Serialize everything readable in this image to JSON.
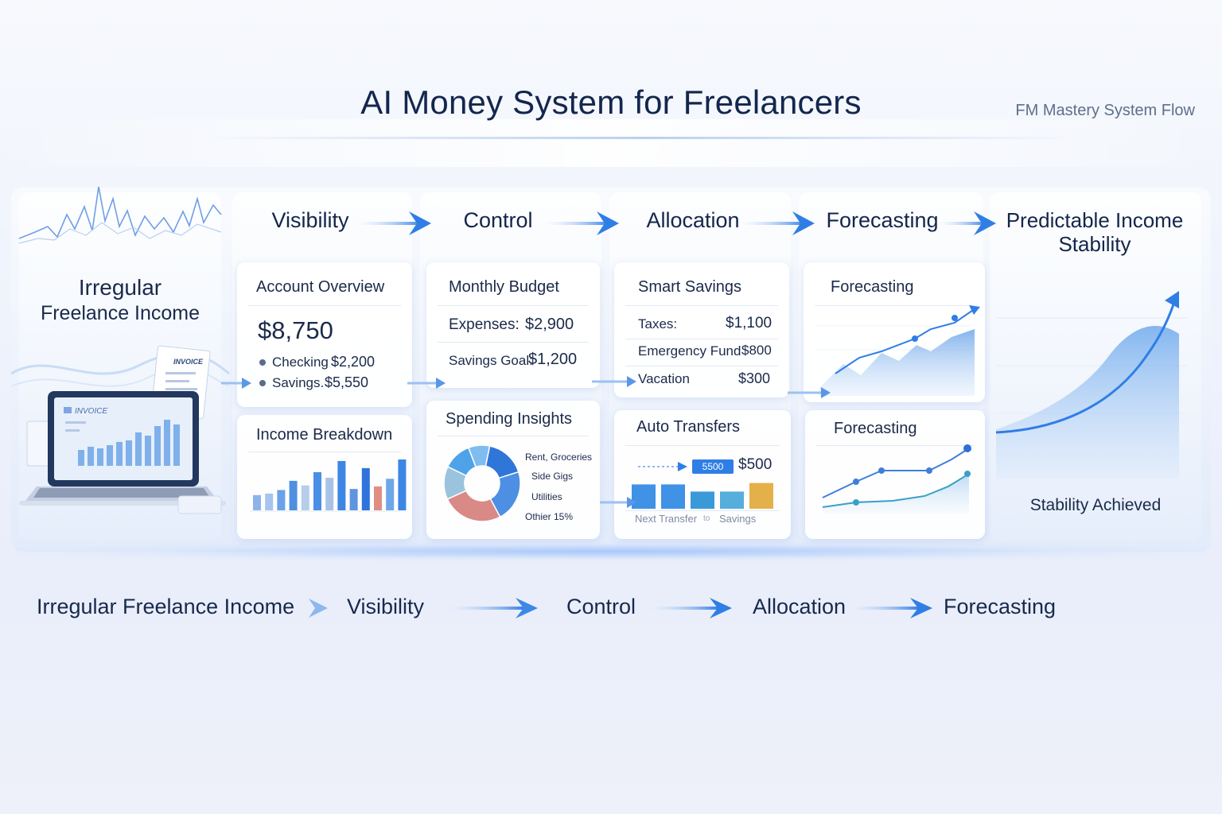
{
  "header": {
    "title": "AI Money System for Freelancers",
    "subtitle": "FM Mastery System Flow"
  },
  "income_panel": {
    "title_line1": "Irregular",
    "title_line2": "Freelance Income",
    "invoice_small": "INVOICE",
    "invoice_screen": "INVOICE"
  },
  "stages": {
    "visibility": "Visibility",
    "control": "Control",
    "allocation": "Allocation",
    "forecasting": "Forecasting",
    "stability": "Predictable Income Stability"
  },
  "account_overview": {
    "title": "Account Overview",
    "total": "$8,750",
    "checking_label": "Checking",
    "checking_value": "$2,200",
    "savings_label": "Savings.",
    "savings_value": "$5,550"
  },
  "income_breakdown": {
    "title": "Income Breakdown",
    "bar_heights": [
      0.3,
      0.33,
      0.4,
      0.58,
      0.49,
      0.75,
      0.64,
      0.97,
      0.42,
      0.83,
      0.47,
      0.62,
      1.0
    ],
    "bar_colors": [
      "#8db3ea",
      "#a7c4ee",
      "#6aa2e8",
      "#4f8fe0",
      "#b6cdec",
      "#4a8fe6",
      "#a9c3e8",
      "#3e86e4",
      "#5f95e0",
      "#2f73dc",
      "#e08e84",
      "#6ea6ea",
      "#3d86e6"
    ]
  },
  "monthly_budget": {
    "title": "Monthly Budget",
    "expenses_label": "Expenses:",
    "expenses_value": "$2,900",
    "savings_goal_label": "Savings Goal:",
    "savings_goal_value": "$1,200"
  },
  "spending_insights": {
    "title": "Spending Insights",
    "legend": [
      "Rent, Groceries",
      "Side Gigs",
      "Utilities",
      "Othier 15%"
    ],
    "slice_colors": [
      "#2f76d9",
      "#4d8fe3",
      "#d98a86",
      "#9cc3dd",
      "#4ea3e8",
      "#7fbcf0"
    ]
  },
  "smart_savings": {
    "title": "Smart Savings",
    "rows": [
      {
        "label": "Taxes:",
        "value": "$1,100"
      },
      {
        "label": "Emergency Fund",
        "value": "$800"
      },
      {
        "label": "Vacation",
        "value": "$300"
      }
    ]
  },
  "auto_transfers": {
    "title": "Auto Transfers",
    "badge": "5500",
    "amount": "$500",
    "footer_left": "Next Transfer",
    "footer_mid": "to",
    "footer_right": "Savings",
    "bar_colors": [
      "#3f92e6",
      "#3f92e6",
      "#3a9ad8",
      "#55aedc",
      "#e4b04a"
    ]
  },
  "forecasting_top": {
    "title": "Forecasting"
  },
  "forecasting_bottom": {
    "title": "Forecasting"
  },
  "stability_panel": {
    "caption": "Stability Achieved"
  },
  "flow": {
    "steps": [
      "Irregular Freelance Income",
      "Visibility",
      "Control",
      "Allocation",
      "Forecasting"
    ]
  },
  "colors": {
    "accent": "#2f7ee6",
    "navy": "#13264d"
  }
}
